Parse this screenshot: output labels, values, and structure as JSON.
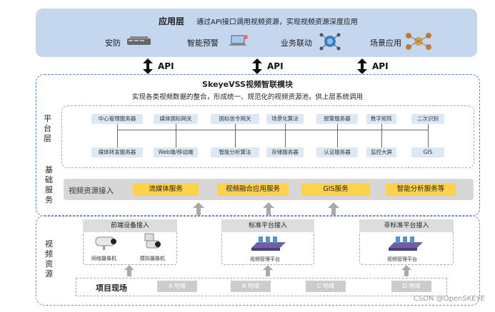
{
  "app_layer": {
    "title": "应用层",
    "desc": "通过API接口调用视频资源，实现视频资源深度应用",
    "items": [
      "安防",
      "智能预警",
      "业务联动",
      "场景应用"
    ]
  },
  "api": [
    "API",
    "API",
    "API"
  ],
  "vss": {
    "title": "SkeyeVSS视频智联模块",
    "desc": "实现各类视频数据的整合，形成统一、规范化的视频资源池，供上层系统调用"
  },
  "platform": {
    "label": "平台层",
    "top": [
      "中心管理服务器",
      "媒体国标网关",
      "国标信令网关",
      "场景化算法",
      "报警服务器",
      "数字矩阵",
      "二次识别"
    ],
    "bottom": [
      "媒体转发服务器",
      "Web端/移动端",
      "智能分析算法",
      "存储服务器",
      "认证服务器",
      "监控大屏",
      "GIS"
    ]
  },
  "base": {
    "label": "基础服务",
    "row_label": "视频资源接入",
    "items": [
      "流媒体服务",
      "视频融合应用服务",
      "GIS服务",
      "智能分析服务等"
    ]
  },
  "resource": {
    "label": "视频资源",
    "front": {
      "title": "前端设备接入",
      "cam1": "网络摄像机",
      "cam2": "模拟摄像机"
    },
    "standard": {
      "title": "标准平台接入",
      "device": "视频管理平台"
    },
    "nonstandard": {
      "title": "非标准平台接入",
      "device": "视频管理平台"
    },
    "scene": "项目现场",
    "regions": [
      "A 地域",
      "B 地域",
      "C 地域",
      "D 地域"
    ]
  },
  "watermark": "CSDN @OpenSKEYE"
}
